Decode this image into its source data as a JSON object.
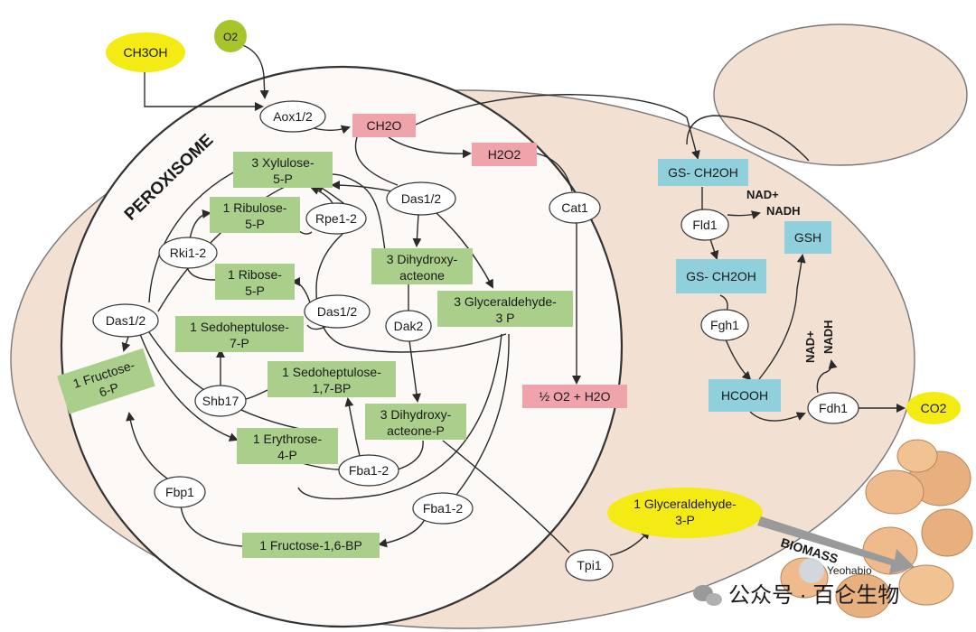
{
  "diagram": {
    "compartment_label": "PEROXISOME",
    "biomass_label": "BIOMASS",
    "watermark_text": "公众号 · 百仑生物",
    "watermark_logo_text": "Yeohabio",
    "metabolites_green": {
      "xylulose": [
        "3 Xylulose-",
        "5-P"
      ],
      "ribulose": [
        "1 Ribulose-",
        "5-P"
      ],
      "ribose": [
        "1 Ribose-",
        "5-P"
      ],
      "sedoheptulose7p": [
        "1 Sedoheptulose-",
        "7-P"
      ],
      "sedoheptulose17bp": [
        "1 Sedoheptulose-",
        "1,7-BP"
      ],
      "erythrose": [
        "1 Erythrose-",
        "4-P"
      ],
      "fructose6p": [
        "1 Fructose-",
        "6-P"
      ],
      "fructose16bp": [
        "1 Fructose-1,6-BP"
      ],
      "dha": [
        "3 Dihydroxy-",
        "acteone"
      ],
      "dhap": [
        "3 Dihydroxy-",
        "acteone-P"
      ],
      "gap": [
        "3 Glyceraldehyde-",
        "3 P"
      ]
    },
    "metabolites_pink": {
      "ch2o": "CH2O",
      "h2o2": "H2O2",
      "o2_h2o": "½ O2 + H2O"
    },
    "metabolites_cyan": {
      "gs_ch2oh_1": "GS- CH2OH",
      "gs_ch2oh_2": "GS- CH2OH",
      "gsh": "GSH",
      "hcooh": "HCOOH"
    },
    "metabolites_yellow": {
      "methanol": "CH3OH",
      "o2": "O2",
      "co2": "CO2",
      "gap_out": [
        "1 Glyceraldehyde-",
        "3-P"
      ]
    },
    "enzymes": {
      "aox": "Aox1/2",
      "das_top": "Das1/2",
      "das_mid": "Das1/2",
      "das_left": "Das1/2",
      "rpe": "Rpe1-2",
      "rki": "Rki1-2",
      "dak": "Dak2",
      "shb": "Shb17",
      "fba_1": "Fba1-2",
      "fba_2": "Fba1-2",
      "fbp": "Fbp1",
      "tpi": "Tpi1",
      "cat": "Cat1",
      "fld": "Fld1",
      "fgh": "Fgh1",
      "fdh": "Fdh1"
    },
    "cofactors": {
      "nad_plus": "NAD+",
      "nadh": "NADH"
    }
  }
}
